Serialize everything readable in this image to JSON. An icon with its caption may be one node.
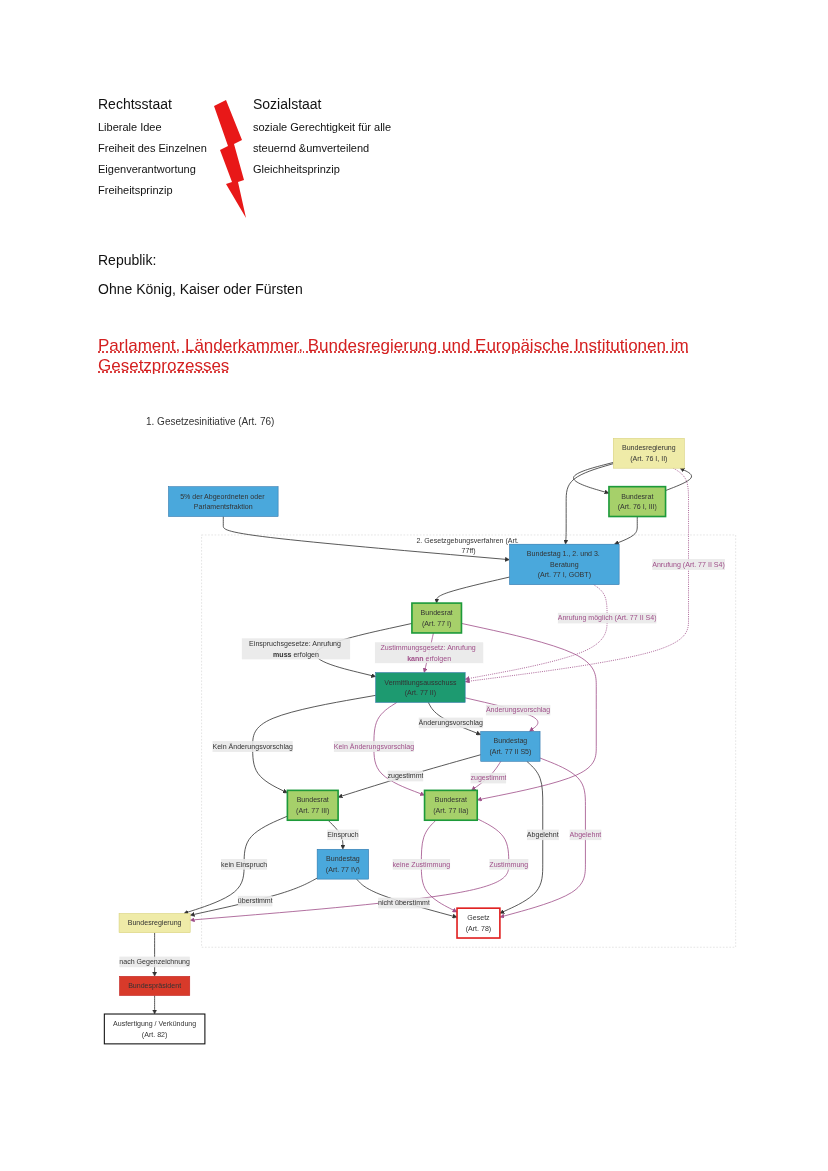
{
  "diagram": {
    "title": "Parlament, Länderkammer, Bundesregierung und Europäische Institutionen im Gesetzprozesses",
    "nodes": [
      {
        "text": [
          "Bundesregierung",
          "(Art. 76 I, II)"
        ]
      },
      {
        "text": [
          "5% der Abgeordneten oder Parlamentsfraktion"
        ]
      },
      {
        "text": [
          "Bundesrat",
          "(Art. 76 I, III)"
        ]
      },
      {
        "text": [
          "2. Gesetzgebungsverfahren (Art. 77ff)"
        ]
      },
      {
        "text": [
          "Bundestag 1., 2. und 3. Beratung",
          "(Art. 77 I, GOBT)"
        ],
        "in": 3
      },
      {
        "text": [
          "Bundesrat",
          "(Art. 77 I)"
        ],
        "in": 3
      },
      {
        "text": [
          "Vermittlungsausschuss",
          "(Art. 77 II)"
        ],
        "in": 3
      },
      {
        "text": [
          "Bundesrat",
          "(Art. 77 III)"
        ],
        "in": 3
      },
      {
        "text": [
          "Bundestag",
          "(Art. 77 II S5)"
        ],
        "in": 3
      },
      {
        "text": [
          "Bundesrat",
          "(Art. 77 IIa)"
        ],
        "in": 3
      },
      {
        "text": [
          "Bundestag",
          "(Art. 77 IV)"
        ],
        "in": 3
      },
      {
        "text": [
          "Gesetz",
          "(Art. 78)"
        ],
        "in": 3
      },
      {
        "text": [
          "Bundesregierung"
        ]
      },
      {
        "text": [
          "Bundespräsident"
        ]
      },
      {
        "text": [
          "Ausfertigung / Verkündung",
          "(Art. 82)"
        ]
      }
    ],
    "edges": [
      {
        "from": 2,
        "to": 0,
        "arrow": "to"
      },
      {
        "from": 0,
        "to": 2,
        "arrow": "to"
      },
      {
        "from": 0,
        "to": 4,
        "arrow": "to"
      },
      {
        "from": 1,
        "to": 4,
        "arrow": "to"
      },
      {
        "from": 2,
        "to": 4,
        "arrow": "to"
      },
      {
        "from": 4,
        "to": 5,
        "arrow": "to"
      },
      {
        "from": 0,
        "to": 6,
        "arrow": "to",
        "label": "Anrufung (Art. 77 II S4)",
        "style": "dashed",
        "color": "#a0508a"
      },
      {
        "from": 4,
        "to": 6,
        "arrow": "to",
        "label": "Anrufung möglich (Art. 77 II S4)",
        "style": "dashed",
        "color": "#a0508a"
      },
      {
        "from": 5,
        "to": 6,
        "arrow": "to",
        "label": "Einspruchsgesetze: Anrufung **muss** erfolgen"
      },
      {
        "from": 5,
        "to": 6,
        "arrow": "to",
        "label": "Zustimmungsgesetz: Anrufung **kann** erfolgen",
        "color": "#a0508a"
      },
      {
        "from": 5,
        "to": 9,
        "arrow": "to",
        "color": "#a0508a"
      },
      {
        "from": 6,
        "to": 7,
        "arrow": "to",
        "label": "Kein Änderungsvorschlag"
      },
      {
        "from": 6,
        "to": 9,
        "arrow": "to",
        "label": "Kein Änderungsvorschlag",
        "color": "#a0508a"
      },
      {
        "from": 6,
        "to": 8,
        "arrow": "to",
        "label": "Änderungsvorschlag"
      },
      {
        "from": 6,
        "to": 8,
        "arrow": "to",
        "label": "Änderungsvorschlag",
        "color": "#a0508a"
      },
      {
        "from": 8,
        "to": 7,
        "arrow": "to",
        "label": "zugestimmt"
      },
      {
        "from": 8,
        "to": 9,
        "arrow": "to",
        "label": "zugestimmt",
        "color": "#a0508a"
      },
      {
        "from": 7,
        "to": 12,
        "arrow": "to",
        "label": "kein Einspruch"
      },
      {
        "from": 7,
        "to": 10,
        "arrow": "to",
        "label": "Einspruch"
      },
      {
        "from": 10,
        "to": 12,
        "arrow": "to",
        "label": "überstimmt"
      },
      {
        "from": 10,
        "to": 11,
        "arrow": "to",
        "label": "nicht überstimmt"
      },
      {
        "from": 8,
        "to": 11,
        "arrow": "to",
        "label": "Abgelehnt"
      },
      {
        "from": 8,
        "to": 11,
        "arrow": "to",
        "label": "Abgelehnt",
        "color": "#a0508a"
      },
      {
        "from": 9,
        "to": 11,
        "arrow": "to",
        "label": "keine Zustimmung",
        "color": "#a0508a"
      },
      {
        "from": 9,
        "to": 12,
        "arrow": "to",
        "label": "Zustimmung",
        "color": "#a0508a"
      },
      {
        "from": 12,
        "to": 13,
        "arrow": "to",
        "label": "nach Gegenzeichnung"
      },
      {
        "from": 13,
        "to": 14,
        "arrow": "to"
      }
    ],
    "labels": [
      "Rechtsstaat",
      "Sozialstaat",
      "Liberale Idee",
      "soziale Gerechtigkeit für alle",
      "Freiheit des Einzelnen",
      "steuernd &umverteilend",
      "Eigenverantwortung",
      "Gleichheitsprinzip",
      "Freiheitsprinzip",
      "Republik:",
      "Ohne König, Kaiser oder Fürsten",
      "1. Gesetzesinitiative (Art. 76)"
    ]
  }
}
